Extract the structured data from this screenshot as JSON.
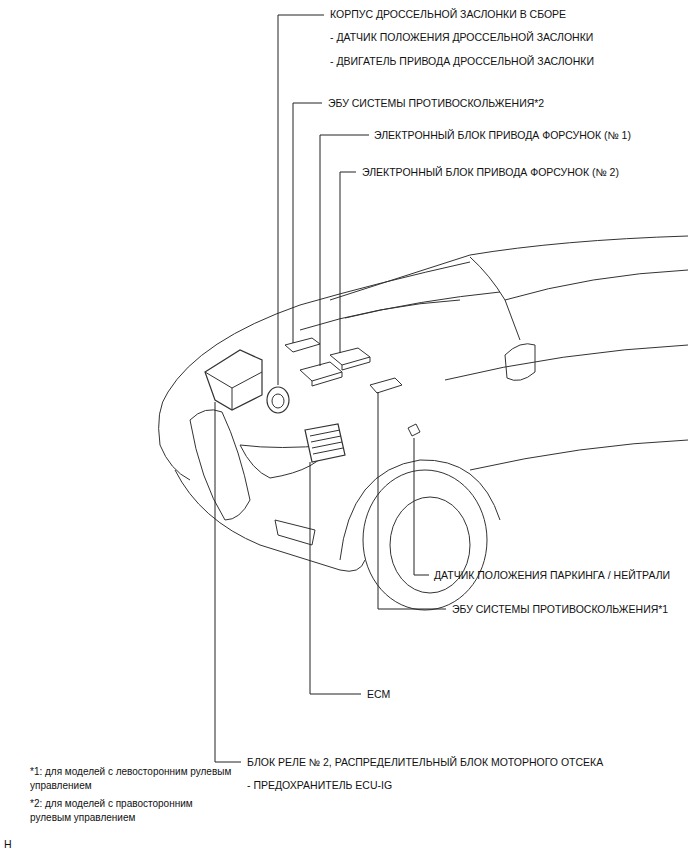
{
  "diagram": {
    "labels": [
      "КОРПУС ДРОССЕЛЬНОЙ ЗАСЛОНКИ В СБОРЕ",
      "- ДАТЧИК ПОЛОЖЕНИЯ ДРОССЕЛЬНОЙ ЗАСЛОНКИ",
      "- ДВИГАТЕЛЬ ПРИВОДА ДРОССЕЛЬНОЙ ЗАСЛОНКИ",
      "ЭБУ СИСТЕМЫ ПРОТИВОСКОЛЬЖЕНИЯ*2",
      "ЭЛЕКТРОННЫЙ БЛОК ПРИВОДА ФОРСУНОК (№ 1)",
      "ЭЛЕКТРОННЫЙ БЛОК ПРИВОДА ФОРСУНОК (№ 2)",
      "ДАТЧИК ПОЛОЖЕНИЯ ПАРКИНГА / НЕЙТРАЛИ",
      "ЭБУ СИСТЕМЫ ПРОТИВОСКОЛЬЖЕНИЯ*1",
      "ECM",
      "БЛОК РЕЛЕ № 2, РАСПРЕДЕЛИТЕЛЬНЫЙ БЛОК МОТОРНОГО ОТСЕКА",
      "- ПРЕДОХРАНИТЕЛЬ ECU-IG",
      "*1: для моделей с левосторонним рулевым управлением",
      "*2: для моделей с правосторонним рулевым управлением",
      "H"
    ]
  }
}
